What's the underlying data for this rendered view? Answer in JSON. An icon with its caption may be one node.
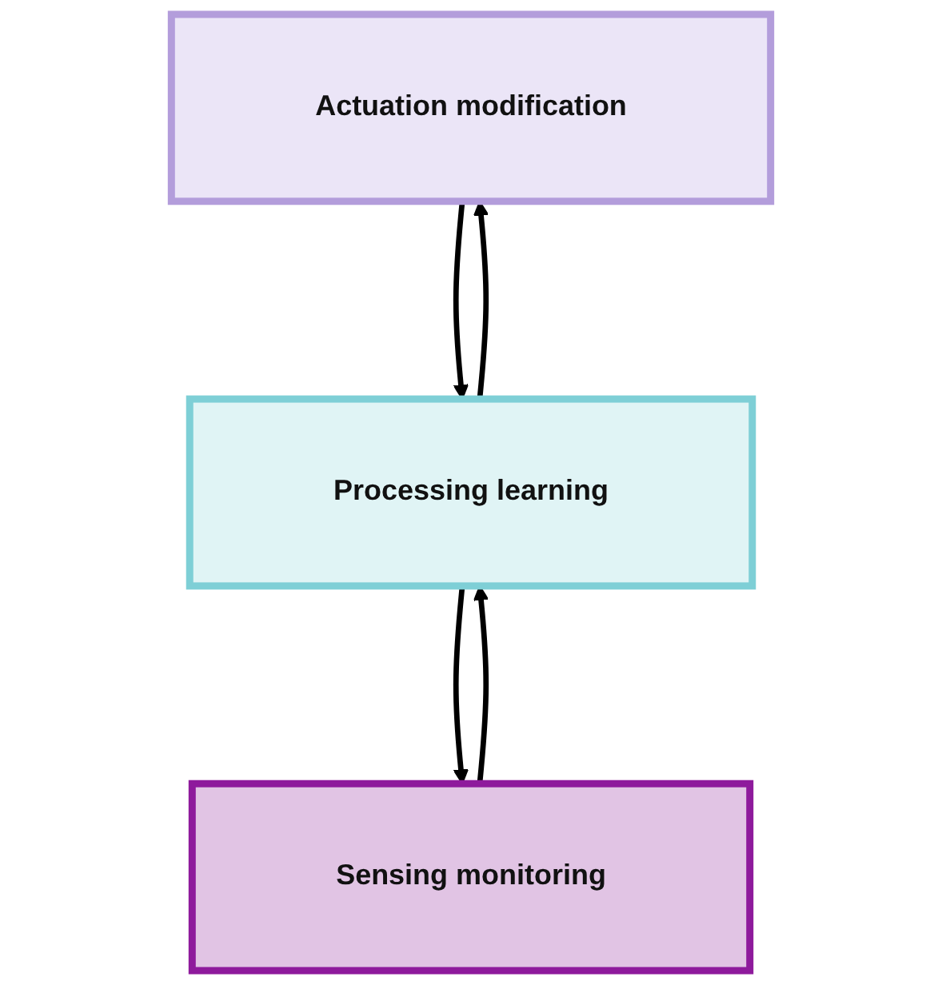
{
  "diagram": {
    "nodes": [
      {
        "text": [
          "Actuation modification"
        ]
      },
      {
        "text": [
          "Processing learning"
        ]
      },
      {
        "text": [
          "Sensing monitoring"
        ]
      }
    ],
    "edges": [
      {
        "from": 0,
        "to": 1,
        "arrow": "to"
      },
      {
        "from": 1,
        "to": 0,
        "arrow": "to"
      },
      {
        "from": 1,
        "to": 2,
        "arrow": "to"
      },
      {
        "from": 2,
        "to": 1,
        "arrow": "to"
      }
    ]
  }
}
